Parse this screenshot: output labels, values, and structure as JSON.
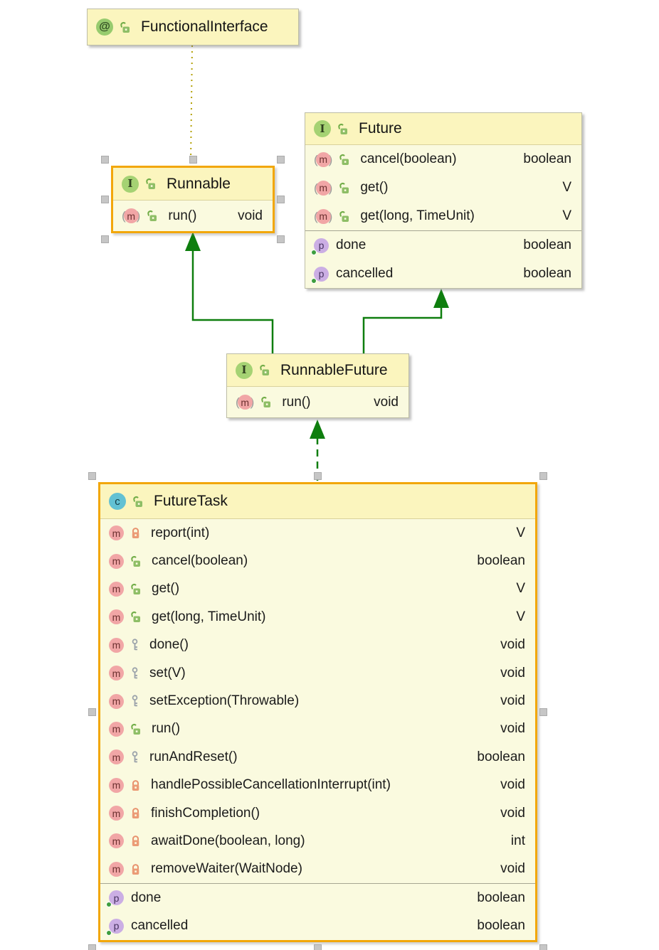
{
  "diagram_title": "Java UML class diagram: FutureTask hierarchy",
  "icon_letters": {
    "interface": "I",
    "class": "c",
    "annotation": "@",
    "method": "m",
    "property": "p"
  },
  "colors": {
    "box_body": "#FAFADF",
    "box_header": "#FBF5BE",
    "box_border": "#BDBDA6",
    "selection_border": "#F2A70A",
    "handle_fill": "#C6C6C6",
    "edge_green": "#0E7E0E",
    "edge_annotation_olive": "#B3A005",
    "icon_interface_green": "#A5D273",
    "icon_class_blue": "#62C1D3",
    "icon_method_pink": "#F1A6A6",
    "icon_property_purple": "#CBAEE4",
    "lock_public_green": "#72AD48",
    "lock_private_orange": "#E8926E",
    "key_protected_gray": "#9AA2AA"
  },
  "relationships": [
    {
      "from": "Runnable",
      "to": "FunctionalInterface",
      "type": "annotated-with",
      "style": "dotted-olive"
    },
    {
      "from": "RunnableFuture",
      "to": "Runnable",
      "type": "extends",
      "style": "solid-green-arrow"
    },
    {
      "from": "RunnableFuture",
      "to": "Future",
      "type": "extends",
      "style": "solid-green-arrow"
    },
    {
      "from": "FutureTask",
      "to": "RunnableFuture",
      "type": "implements",
      "style": "dashed-green-arrow"
    }
  ],
  "classes": [
    {
      "id": "functional-interface",
      "name": "FunctionalInterface",
      "kind": "annotation",
      "visibility": "public",
      "selected": false,
      "members": [],
      "properties": []
    },
    {
      "id": "runnable",
      "name": "Runnable",
      "kind": "interface",
      "visibility": "public",
      "selected": true,
      "members": [
        {
          "icon": "abstract-method",
          "visibility": "public",
          "name": "run()",
          "type": "void"
        }
      ],
      "properties": []
    },
    {
      "id": "future",
      "name": "Future",
      "kind": "interface",
      "visibility": "public",
      "selected": false,
      "members": [
        {
          "icon": "abstract-method",
          "visibility": "public",
          "name": "cancel(boolean)",
          "type": "boolean"
        },
        {
          "icon": "abstract-method",
          "visibility": "public",
          "name": "get()",
          "type": "V"
        },
        {
          "icon": "abstract-method",
          "visibility": "public",
          "name": "get(long, TimeUnit)",
          "type": "V"
        }
      ],
      "properties": [
        {
          "name": "done",
          "type": "boolean"
        },
        {
          "name": "cancelled",
          "type": "boolean"
        }
      ]
    },
    {
      "id": "runnable-future",
      "name": "RunnableFuture",
      "kind": "interface",
      "visibility": "public",
      "selected": false,
      "members": [
        {
          "icon": "abstract-method",
          "visibility": "public",
          "name": "run()",
          "type": "void"
        }
      ],
      "properties": []
    },
    {
      "id": "future-task",
      "name": "FutureTask",
      "kind": "class",
      "visibility": "public",
      "selected": true,
      "members": [
        {
          "icon": "method",
          "visibility": "private",
          "name": "report(int)",
          "type": "V"
        },
        {
          "icon": "method",
          "visibility": "public",
          "name": "cancel(boolean)",
          "type": "boolean"
        },
        {
          "icon": "method",
          "visibility": "public",
          "name": "get()",
          "type": "V"
        },
        {
          "icon": "method",
          "visibility": "public",
          "name": "get(long, TimeUnit)",
          "type": "V"
        },
        {
          "icon": "method",
          "visibility": "protected",
          "name": "done()",
          "type": "void"
        },
        {
          "icon": "method",
          "visibility": "protected",
          "name": "set(V)",
          "type": "void"
        },
        {
          "icon": "method",
          "visibility": "protected",
          "name": "setException(Throwable)",
          "type": "void"
        },
        {
          "icon": "method",
          "visibility": "public",
          "name": "run()",
          "type": "void"
        },
        {
          "icon": "method",
          "visibility": "protected",
          "name": "runAndReset()",
          "type": "boolean"
        },
        {
          "icon": "method",
          "visibility": "private",
          "name": "handlePossibleCancellationInterrupt(int)",
          "type": "void"
        },
        {
          "icon": "method",
          "visibility": "private",
          "name": "finishCompletion()",
          "type": "void"
        },
        {
          "icon": "method",
          "visibility": "private",
          "name": "awaitDone(boolean, long)",
          "type": "int"
        },
        {
          "icon": "method",
          "visibility": "private",
          "name": "removeWaiter(WaitNode)",
          "type": "void"
        }
      ],
      "properties": [
        {
          "name": "done",
          "type": "boolean"
        },
        {
          "name": "cancelled",
          "type": "boolean"
        }
      ]
    }
  ]
}
